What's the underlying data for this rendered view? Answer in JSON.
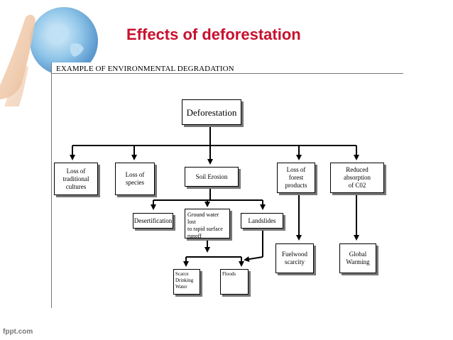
{
  "slide": {
    "title": "Effects of deforestation",
    "footer": "fppt.com"
  },
  "diagram": {
    "heading": "EXAMPLE OF ENVIRONMENTAL DEGRADATION",
    "boxes": {
      "deforestation": "Deforestation",
      "loss_traditional_cultures": "Loss of\ntraditional\ncultures",
      "loss_species": "Loss of\nspecies",
      "soil_erosion": "Soil Erosion",
      "loss_forest_products": "Loss of\nforest\nproducts",
      "reduced_absorption": "Reduced\nabsorption\nof C02",
      "desertification": "Desertification",
      "ground_water_lost": "Ground water lost\nto rapid surface\nrunoff",
      "landslides": "Landslides",
      "fuelwood_scarcity": "Fuelwood\nscarcity",
      "global_warming": "Global\nWarming",
      "scarce_drinking_water": "Scarce\nDrinking\nWater",
      "floods": "Floods"
    }
  },
  "colors": {
    "title": "#c8102e",
    "lines": "#000000"
  },
  "decor": {
    "left_image": "hands-holding-globe"
  }
}
